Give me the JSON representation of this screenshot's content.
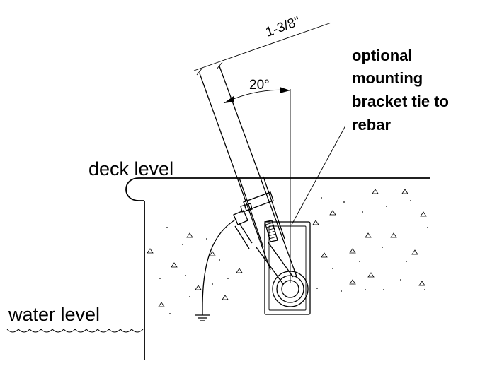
{
  "labels": {
    "dimension_width": "1-3/8\"",
    "angle": "20°",
    "note_lines": [
      "optional",
      "mounting",
      "bracket tie to",
      "rebar"
    ],
    "deck_level": "deck level",
    "water_level": "water level"
  },
  "colors": {
    "line": "#000000",
    "background": "#ffffff"
  }
}
